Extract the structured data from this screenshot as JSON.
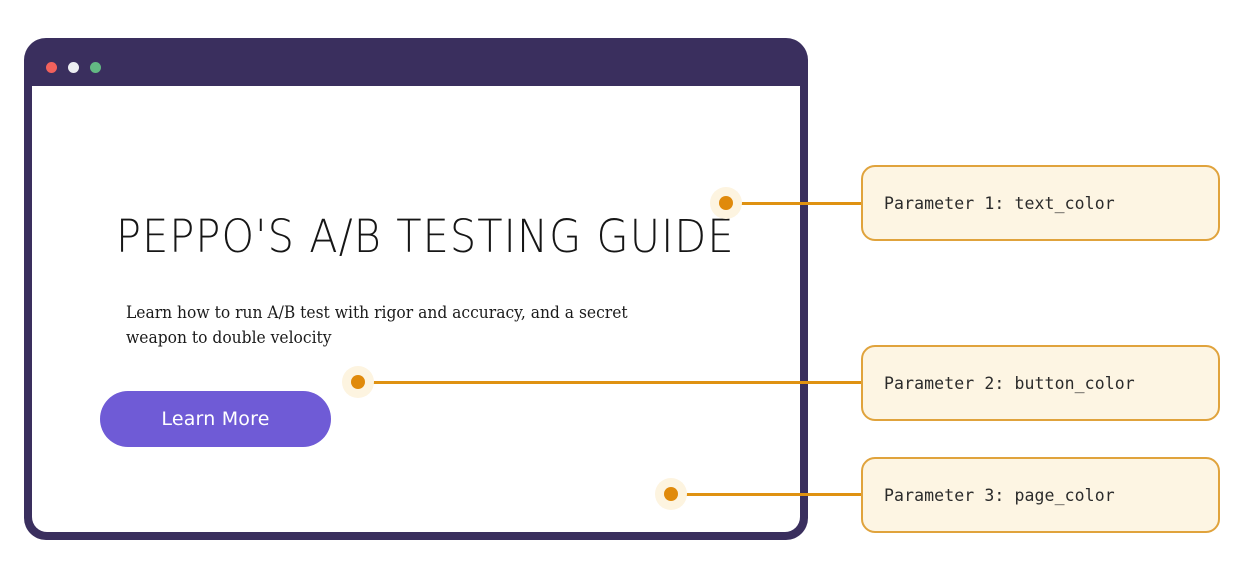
{
  "browser_mockup": {
    "traffic_lights": [
      {
        "name": "close",
        "color": "#f2615c"
      },
      {
        "name": "minimize",
        "color": "#eceef2"
      },
      {
        "name": "maximize",
        "color": "#63b983"
      }
    ],
    "frame_color": "#3a2f5e",
    "page_background": "#ffffff"
  },
  "landing_page": {
    "title": "PEPPO'S A/B TESTING GUIDE",
    "subtitle": "Learn how to run A/B test with rigor and accuracy, and a secret weapon to double velocity",
    "cta_label": "Learn More",
    "cta_color": "#6f5bd6",
    "text_color": "#161616"
  },
  "annotations": {
    "accent_color": "#df9212",
    "callout_fill": "#fdf5e3",
    "callout_border": "#e0a33c",
    "items": [
      {
        "id": "param-1",
        "label": "Parameter 1: text_color",
        "target": "page-title",
        "marker_name": "annotation-dot-text-color"
      },
      {
        "id": "param-2",
        "label": "Parameter 2: button_color",
        "target": "cta-button",
        "marker_name": "annotation-dot-button-color"
      },
      {
        "id": "param-3",
        "label": "Parameter 3: page_color",
        "target": "page-background",
        "marker_name": "annotation-dot-page-color"
      }
    ]
  }
}
